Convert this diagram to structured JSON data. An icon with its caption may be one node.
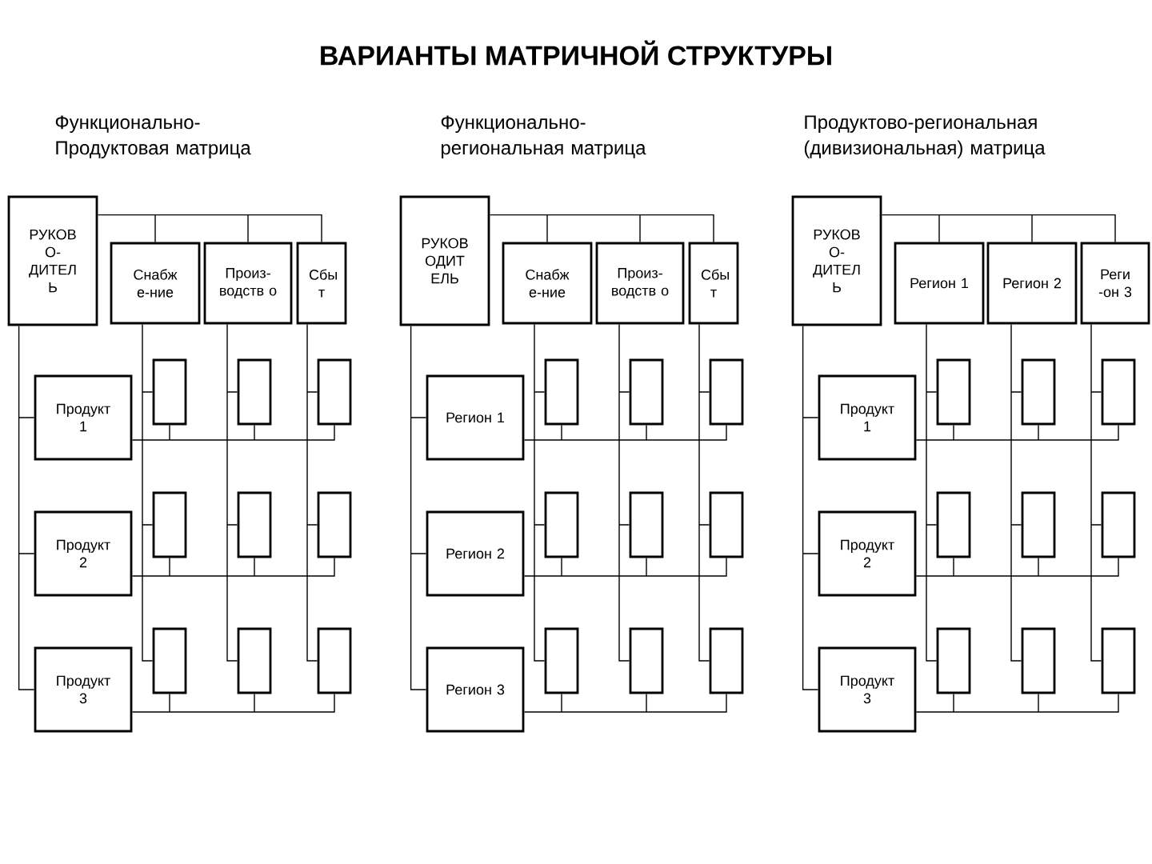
{
  "diagram": {
    "title": "ВАРИАНТЫ МАТРИЧНОЙ СТРУКТУРЫ",
    "nodes": [
      {
        "text": [
          "РУКОВ О- ДИТЕЛ Ь"
        ]
      },
      {
        "text": [
          "Снабж е-ние"
        ]
      },
      {
        "text": [
          "Произ- водств о"
        ]
      },
      {
        "text": [
          "Сбы т"
        ]
      },
      {
        "text": [
          "Продукт 1"
        ]
      },
      {
        "text": [],
        "shape": "box"
      },
      {
        "text": [],
        "shape": "box"
      },
      {
        "text": [],
        "shape": "box"
      },
      {
        "text": [
          "Продукт 2"
        ]
      },
      {
        "text": [],
        "shape": "box"
      },
      {
        "text": [],
        "shape": "box"
      },
      {
        "text": [],
        "shape": "box"
      },
      {
        "text": [
          "Продукт 3"
        ]
      },
      {
        "text": [],
        "shape": "box"
      },
      {
        "text": [],
        "shape": "box"
      },
      {
        "text": [],
        "shape": "box"
      },
      {
        "text": [
          "РУКОВ ОДИТ ЕЛЬ"
        ]
      },
      {
        "text": [
          "Снабж е-ние"
        ]
      },
      {
        "text": [
          "Произ- водств о"
        ]
      },
      {
        "text": [
          "Сбы т"
        ]
      },
      {
        "text": [
          "Регион 1"
        ]
      },
      {
        "text": [],
        "shape": "box"
      },
      {
        "text": [],
        "shape": "box"
      },
      {
        "text": [],
        "shape": "box"
      },
      {
        "text": [
          "Регион 2"
        ]
      },
      {
        "text": [],
        "shape": "box"
      },
      {
        "text": [],
        "shape": "box"
      },
      {
        "text": [],
        "shape": "box"
      },
      {
        "text": [
          "Регион 3"
        ]
      },
      {
        "text": [],
        "shape": "box"
      },
      {
        "text": [],
        "shape": "box"
      },
      {
        "text": [],
        "shape": "box"
      },
      {
        "text": [
          "РУКОВ О- ДИТЕЛ Ь"
        ]
      },
      {
        "text": [
          "Регион 1"
        ]
      },
      {
        "text": [
          "Регион 2"
        ]
      },
      {
        "text": [
          "Реги -он 3"
        ]
      },
      {
        "text": [
          "Продукт 1"
        ]
      },
      {
        "text": [],
        "shape": "box"
      },
      {
        "text": [],
        "shape": "box"
      },
      {
        "text": [],
        "shape": "box"
      },
      {
        "text": [
          "Продукт 2"
        ]
      },
      {
        "text": [],
        "shape": "box"
      },
      {
        "text": [],
        "shape": "box"
      },
      {
        "text": [],
        "shape": "box"
      },
      {
        "text": [
          "Продукт 3"
        ]
      },
      {
        "text": [],
        "shape": "box"
      },
      {
        "text": [],
        "shape": "box"
      },
      {
        "text": [],
        "shape": "box"
      }
    ],
    "edges": [
      {
        "from": 0,
        "to": 1,
        "arrow": "none"
      },
      {
        "from": 0,
        "to": 2,
        "arrow": "none"
      },
      {
        "from": 0,
        "to": 3,
        "arrow": "none"
      },
      {
        "from": 0,
        "to": 4,
        "arrow": "none"
      },
      {
        "from": 0,
        "to": 8,
        "arrow": "none"
      },
      {
        "from": 0,
        "to": 12,
        "arrow": "none"
      },
      {
        "from": 1,
        "to": 5,
        "arrow": "none"
      },
      {
        "from": 1,
        "to": 9,
        "arrow": "none"
      },
      {
        "from": 1,
        "to": 13,
        "arrow": "none"
      },
      {
        "from": 2,
        "to": 6,
        "arrow": "none"
      },
      {
        "from": 2,
        "to": 10,
        "arrow": "none"
      },
      {
        "from": 2,
        "to": 14,
        "arrow": "none"
      },
      {
        "from": 3,
        "to": 7,
        "arrow": "none"
      },
      {
        "from": 3,
        "to": 11,
        "arrow": "none"
      },
      {
        "from": 3,
        "to": 15,
        "arrow": "none"
      },
      {
        "from": 4,
        "to": 5,
        "arrow": "none"
      },
      {
        "from": 4,
        "to": 6,
        "arrow": "none"
      },
      {
        "from": 4,
        "to": 7,
        "arrow": "none"
      },
      {
        "from": 8,
        "to": 9,
        "arrow": "none"
      },
      {
        "from": 8,
        "to": 10,
        "arrow": "none"
      },
      {
        "from": 8,
        "to": 11,
        "arrow": "none"
      },
      {
        "from": 12,
        "to": 13,
        "arrow": "none"
      },
      {
        "from": 12,
        "to": 14,
        "arrow": "none"
      },
      {
        "from": 12,
        "to": 15,
        "arrow": "none"
      },
      {
        "from": 16,
        "to": 17,
        "arrow": "none"
      },
      {
        "from": 16,
        "to": 18,
        "arrow": "none"
      },
      {
        "from": 16,
        "to": 19,
        "arrow": "none"
      },
      {
        "from": 16,
        "to": 20,
        "arrow": "none"
      },
      {
        "from": 16,
        "to": 24,
        "arrow": "none"
      },
      {
        "from": 16,
        "to": 28,
        "arrow": "none"
      },
      {
        "from": 17,
        "to": 21,
        "arrow": "none"
      },
      {
        "from": 17,
        "to": 25,
        "arrow": "none"
      },
      {
        "from": 17,
        "to": 29,
        "arrow": "none"
      },
      {
        "from": 18,
        "to": 22,
        "arrow": "none"
      },
      {
        "from": 18,
        "to": 26,
        "arrow": "none"
      },
      {
        "from": 18,
        "to": 30,
        "arrow": "none"
      },
      {
        "from": 19,
        "to": 23,
        "arrow": "none"
      },
      {
        "from": 19,
        "to": 27,
        "arrow": "none"
      },
      {
        "from": 19,
        "to": 31,
        "arrow": "none"
      },
      {
        "from": 20,
        "to": 21,
        "arrow": "none"
      },
      {
        "from": 20,
        "to": 22,
        "arrow": "none"
      },
      {
        "from": 20,
        "to": 23,
        "arrow": "none"
      },
      {
        "from": 24,
        "to": 25,
        "arrow": "none"
      },
      {
        "from": 24,
        "to": 26,
        "arrow": "none"
      },
      {
        "from": 24,
        "to": 27,
        "arrow": "none"
      },
      {
        "from": 28,
        "to": 29,
        "arrow": "none"
      },
      {
        "from": 28,
        "to": 30,
        "arrow": "none"
      },
      {
        "from": 28,
        "to": 31,
        "arrow": "none"
      },
      {
        "from": 32,
        "to": 33,
        "arrow": "none"
      },
      {
        "from": 32,
        "to": 34,
        "arrow": "none"
      },
      {
        "from": 32,
        "to": 35,
        "arrow": "none"
      },
      {
        "from": 32,
        "to": 36,
        "arrow": "none"
      },
      {
        "from": 32,
        "to": 40,
        "arrow": "none"
      },
      {
        "from": 32,
        "to": 44,
        "arrow": "none"
      },
      {
        "from": 33,
        "to": 37,
        "arrow": "none"
      },
      {
        "from": 33,
        "to": 41,
        "arrow": "none"
      },
      {
        "from": 33,
        "to": 45,
        "arrow": "none"
      },
      {
        "from": 34,
        "to": 38,
        "arrow": "none"
      },
      {
        "from": 34,
        "to": 42,
        "arrow": "none"
      },
      {
        "from": 34,
        "to": 46,
        "arrow": "none"
      },
      {
        "from": 35,
        "to": 39,
        "arrow": "none"
      },
      {
        "from": 35,
        "to": 43,
        "arrow": "none"
      },
      {
        "from": 35,
        "to": 47,
        "arrow": "none"
      },
      {
        "from": 36,
        "to": 37,
        "arrow": "none"
      },
      {
        "from": 36,
        "to": 38,
        "arrow": "none"
      },
      {
        "from": 36,
        "to": 39,
        "arrow": "none"
      },
      {
        "from": 40,
        "to": 41,
        "arrow": "none"
      },
      {
        "from": 40,
        "to": 42,
        "arrow": "none"
      },
      {
        "from": 40,
        "to": 43,
        "arrow": "none"
      },
      {
        "from": 44,
        "to": 45,
        "arrow": "none"
      },
      {
        "from": 44,
        "to": 46,
        "arrow": "none"
      },
      {
        "from": 44,
        "to": 47,
        "arrow": "none"
      }
    ],
    "labels": [
      "Функционально- Продуктовая матрица",
      "Функционально- региональная матрица",
      "Продуктово-региональная (дивизиональная) матрица"
    ]
  }
}
